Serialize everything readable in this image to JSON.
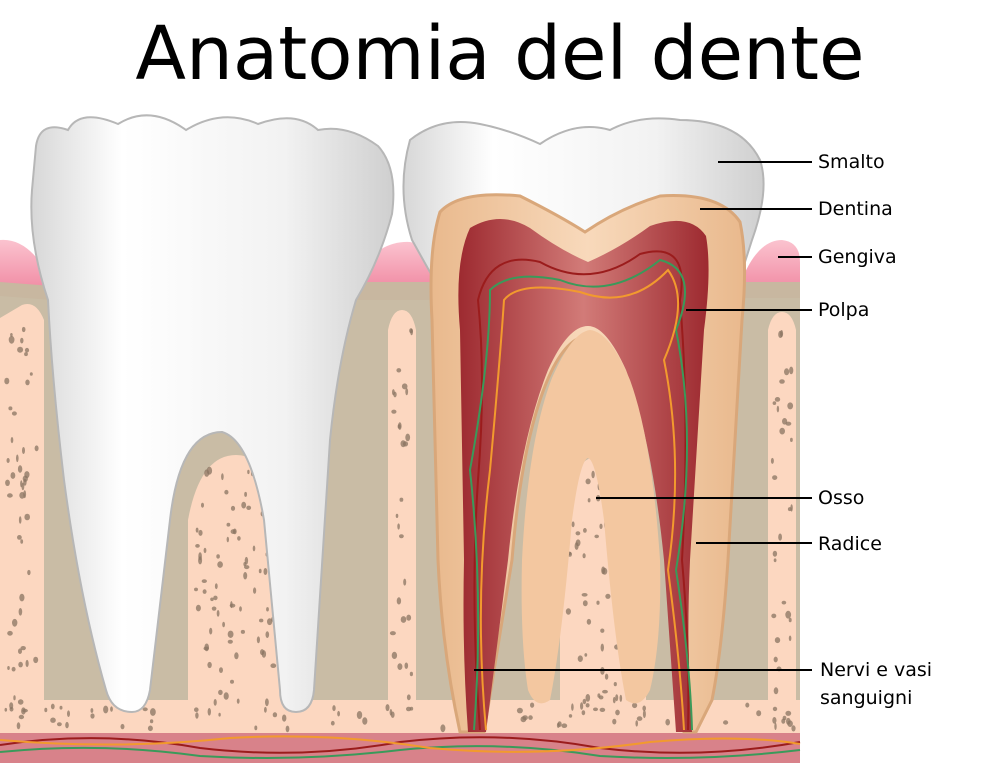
{
  "title": "Anatomia del dente",
  "labels": {
    "smalto": "Smalto",
    "dentina": "Dentina",
    "gengiva": "Gengiva",
    "polpa": "Polpa",
    "osso": "Osso",
    "radice": "Radice",
    "nervi_line1": "Nervi e vasi",
    "nervi_line2": "sanguigni"
  },
  "colors": {
    "enamel": "#f4f4f4",
    "dentin": "#f3c9a3",
    "dentin_dark": "#d9aa7a",
    "pulp": "#b03a3f",
    "gum": "#f7a3b4",
    "bone": "#c8b9a2",
    "marrow": "#fcd5bd",
    "nerve_red": "#9b1c1c",
    "nerve_orange": "#f29a2e",
    "nerve_green": "#3a9a5a"
  }
}
